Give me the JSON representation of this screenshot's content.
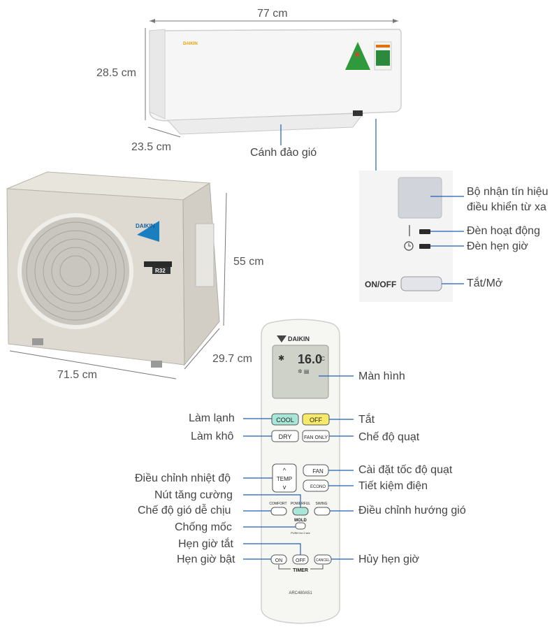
{
  "indoor_unit": {
    "width": "77 cm",
    "height": "28.5 cm",
    "depth": "23.5 cm",
    "brand": "DAIKIN",
    "louver_label": "Cánh đảo gió"
  },
  "outdoor_unit": {
    "height": "55 cm",
    "width": "71.5 cm",
    "depth": "29.7 cm",
    "brand": "DAIKIN",
    "refrigerant": "R32"
  },
  "panel": {
    "receiver_label": "Bộ nhận tín hiệu\nđiều khiển từ xa",
    "operation_lamp_label": "Đèn hoạt động",
    "timer_lamp_label": "Đèn hẹn giờ",
    "onoff_text": "ON/OFF",
    "onoff_label": "Tắt/Mở"
  },
  "remote": {
    "brand": "DAIKIN",
    "display_temp": "16.0",
    "display_unit": "°C",
    "model": "ARC480A51",
    "buttons": {
      "cool": "COOL",
      "off": "OFF",
      "dry": "DRY",
      "fan_only": "FAN ONLY",
      "temp": "TEMP",
      "fan": "FAN",
      "econo": "ECONO",
      "comfort": "COMFORT",
      "powerful": "POWERFUL",
      "swing": "SWING",
      "mold": "MOLD",
      "mold_sub": "PUSH for 2 sec",
      "timer_on": "ON",
      "timer_off": "OFF",
      "cancel": "CANCEL",
      "timer": "TIMER"
    }
  },
  "labels": {
    "screen": "Màn hình",
    "cool": "Làm lạnh",
    "off": "Tắt",
    "dry": "Làm khô",
    "fan_mode": "Chế độ quạt",
    "temp_adjust": "Điều chỉnh nhiệt độ",
    "fan_speed": "Cài đặt tốc độ quạt",
    "powerful": "Nút tăng cường",
    "econo": "Tiết kiệm điện",
    "comfort": "Chế độ gió dễ chịu",
    "swing": "Điều chỉnh hướng gió",
    "mold": "Chống mốc",
    "timer_off": "Hẹn giờ tắt",
    "timer_on": "Hẹn giờ bật",
    "cancel": "Hủy hẹn giờ"
  },
  "colors": {
    "cool_button": "#a8e6d8",
    "off_button": "#f7ea6a",
    "leader_line": "#1e5fb8",
    "unit_body": "#f4f4f4",
    "outdoor_body": "#dedad2"
  }
}
